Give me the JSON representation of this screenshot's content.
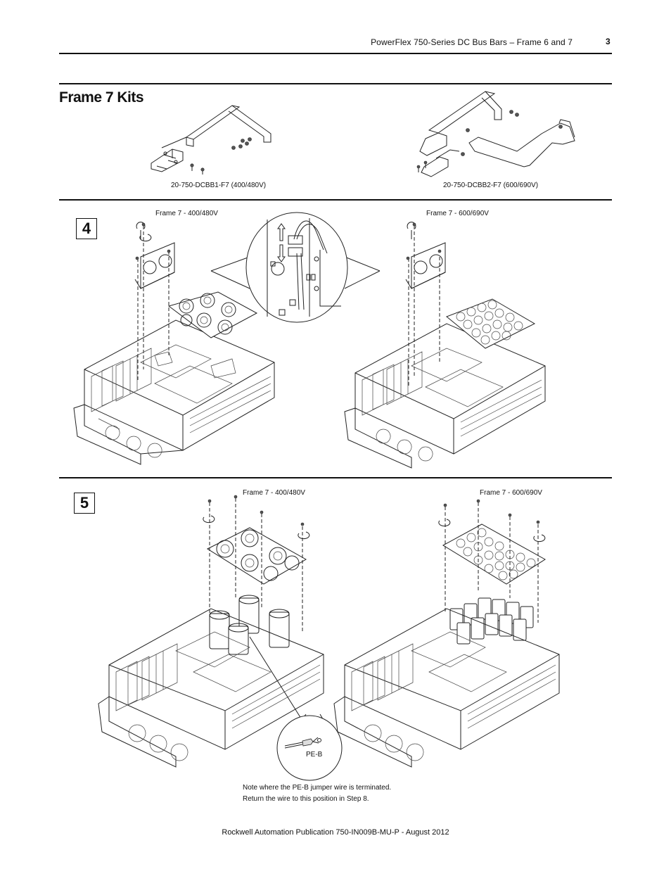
{
  "header": {
    "title": "PowerFlex 750-Series DC Bus Bars – Frame 6 and 7",
    "page_number": "3"
  },
  "section": {
    "title": "Frame 7 Kits"
  },
  "kits": [
    {
      "label": "20-750-DCBB1-F7 (400/480V)"
    },
    {
      "label": "20-750-DCBB2-F7 (600/690V)"
    }
  ],
  "step4": {
    "number": "4",
    "left_label": "Frame 7 - 400/480V",
    "right_label": "Frame 7 - 600/690V"
  },
  "step5": {
    "number": "5",
    "left_label": "Frame 7 - 400/480V",
    "right_label": "Frame 7 - 600/690V",
    "callout_label": "PE-B",
    "note_line1": "Note where the PE-B jumper wire is terminated.",
    "note_line2": "Return the wire to this position in Step 8."
  },
  "footer": {
    "text": "Rockwell Automation Publication 750-IN009B-MU-P - August 2012"
  }
}
